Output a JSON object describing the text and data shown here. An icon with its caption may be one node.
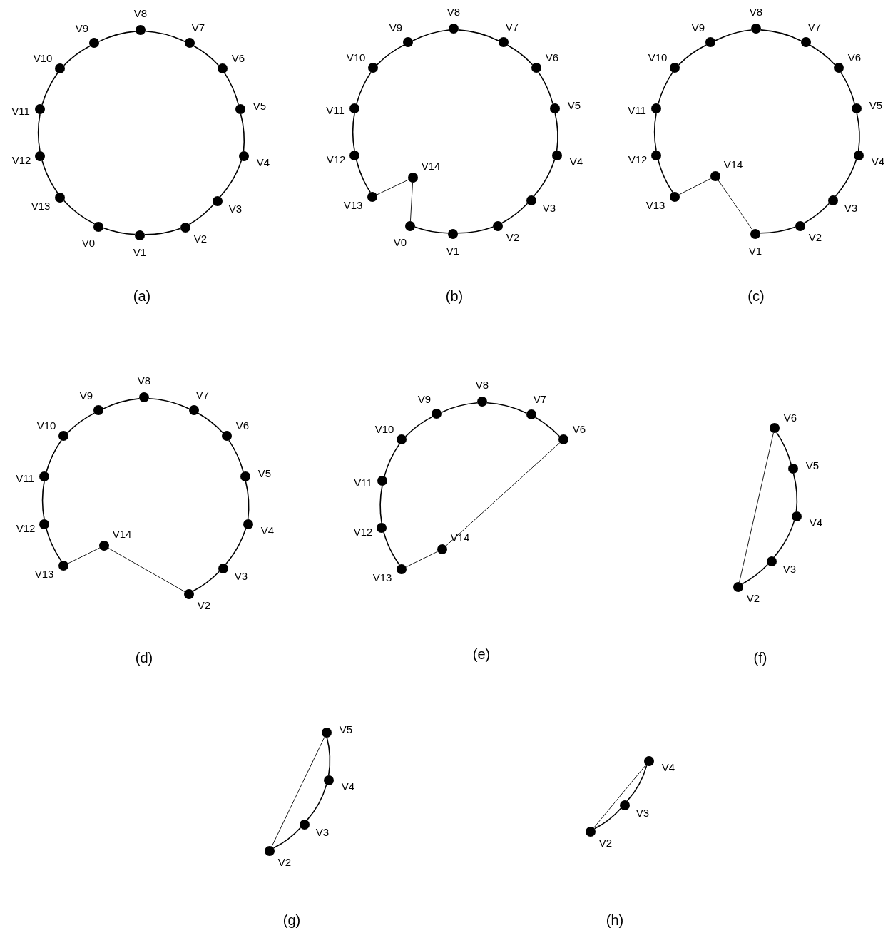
{
  "diagram": {
    "nodes": [
      {
        "text": [],
        "shape": "circle",
        "beside": [
          "V0"
        ]
      },
      {
        "text": [],
        "shape": "circle",
        "beside": [
          "V1"
        ]
      },
      {
        "text": [],
        "shape": "circle",
        "beside": [
          "V2"
        ]
      },
      {
        "text": [],
        "shape": "circle",
        "beside": [
          "V3"
        ]
      },
      {
        "text": [],
        "shape": "circle",
        "beside": [
          "V4"
        ]
      },
      {
        "text": [],
        "shape": "circle",
        "beside": [
          "V5"
        ]
      },
      {
        "text": [],
        "shape": "circle",
        "beside": [
          "V6"
        ]
      },
      {
        "text": [],
        "shape": "circle",
        "beside": [
          "V7"
        ]
      },
      {
        "text": [],
        "shape": "circle",
        "beside": [
          "V8"
        ]
      },
      {
        "text": [],
        "shape": "circle",
        "beside": [
          "V9"
        ]
      },
      {
        "text": [],
        "shape": "circle",
        "beside": [
          "V10"
        ]
      },
      {
        "text": [],
        "shape": "circle",
        "beside": [
          "V11"
        ]
      },
      {
        "text": [],
        "shape": "circle",
        "beside": [
          "V12"
        ]
      },
      {
        "text": [],
        "shape": "circle",
        "beside": [
          "V13"
        ]
      },
      {
        "text": [],
        "shape": "circle",
        "beside": [
          "V0"
        ]
      },
      {
        "text": [],
        "shape": "circle",
        "beside": [
          "V1"
        ]
      },
      {
        "text": [],
        "shape": "circle",
        "beside": [
          "V2"
        ]
      },
      {
        "text": [],
        "shape": "circle",
        "beside": [
          "V3"
        ]
      },
      {
        "text": [],
        "shape": "circle",
        "beside": [
          "V4"
        ]
      },
      {
        "text": [],
        "shape": "circle",
        "beside": [
          "V5"
        ]
      },
      {
        "text": [],
        "shape": "circle",
        "beside": [
          "V6"
        ]
      },
      {
        "text": [],
        "shape": "circle",
        "beside": [
          "V7"
        ]
      },
      {
        "text": [],
        "shape": "circle",
        "beside": [
          "V8"
        ]
      },
      {
        "text": [],
        "shape": "circle",
        "beside": [
          "V9"
        ]
      },
      {
        "text": [],
        "shape": "circle",
        "beside": [
          "V10"
        ]
      },
      {
        "text": [],
        "shape": "circle",
        "beside": [
          "V11"
        ]
      },
      {
        "text": [],
        "shape": "circle",
        "beside": [
          "V12"
        ]
      },
      {
        "text": [],
        "shape": "circle",
        "beside": [
          "V13"
        ]
      },
      {
        "text": [],
        "shape": "circle",
        "beside": [
          "V14"
        ]
      },
      {
        "text": [],
        "shape": "circle",
        "beside": [
          "V1"
        ]
      },
      {
        "text": [],
        "shape": "circle",
        "beside": [
          "V2"
        ]
      },
      {
        "text": [],
        "shape": "circle",
        "beside": [
          "V3"
        ]
      },
      {
        "text": [],
        "shape": "circle",
        "beside": [
          "V4"
        ]
      },
      {
        "text": [],
        "shape": "circle",
        "beside": [
          "V5"
        ]
      },
      {
        "text": [],
        "shape": "circle",
        "beside": [
          "V6"
        ]
      },
      {
        "text": [],
        "shape": "circle",
        "beside": [
          "V7"
        ]
      },
      {
        "text": [],
        "shape": "circle",
        "beside": [
          "V8"
        ]
      },
      {
        "text": [],
        "shape": "circle",
        "beside": [
          "V9"
        ]
      },
      {
        "text": [],
        "shape": "circle",
        "beside": [
          "V10"
        ]
      },
      {
        "text": [],
        "shape": "circle",
        "beside": [
          "V11"
        ]
      },
      {
        "text": [],
        "shape": "circle",
        "beside": [
          "V12"
        ]
      },
      {
        "text": [],
        "shape": "circle",
        "beside": [
          "V13"
        ]
      },
      {
        "text": [],
        "shape": "circle",
        "beside": [
          "V14"
        ]
      },
      {
        "text": [],
        "shape": "circle",
        "beside": [
          "V2"
        ]
      },
      {
        "text": [],
        "shape": "circle",
        "beside": [
          "V3"
        ]
      },
      {
        "text": [],
        "shape": "circle",
        "beside": [
          "V4"
        ]
      },
      {
        "text": [],
        "shape": "circle",
        "beside": [
          "V5"
        ]
      },
      {
        "text": [],
        "shape": "circle",
        "beside": [
          "V6"
        ]
      },
      {
        "text": [],
        "shape": "circle",
        "beside": [
          "V7"
        ]
      },
      {
        "text": [],
        "shape": "circle",
        "beside": [
          "V8"
        ]
      },
      {
        "text": [],
        "shape": "circle",
        "beside": [
          "V9"
        ]
      },
      {
        "text": [],
        "shape": "circle",
        "beside": [
          "V10"
        ]
      },
      {
        "text": [],
        "shape": "circle",
        "beside": [
          "V11"
        ]
      },
      {
        "text": [],
        "shape": "circle",
        "beside": [
          "V12"
        ]
      },
      {
        "text": [],
        "shape": "circle",
        "beside": [
          "V13"
        ]
      },
      {
        "text": [],
        "shape": "circle",
        "beside": [
          "V14"
        ]
      },
      {
        "text": [],
        "shape": "circle",
        "beside": [
          "V6"
        ]
      },
      {
        "text": [],
        "shape": "circle",
        "beside": [
          "V7"
        ]
      },
      {
        "text": [],
        "shape": "circle",
        "beside": [
          "V8"
        ]
      },
      {
        "text": [],
        "shape": "circle",
        "beside": [
          "V9"
        ]
      },
      {
        "text": [],
        "shape": "circle",
        "beside": [
          "V10"
        ]
      },
      {
        "text": [],
        "shape": "circle",
        "beside": [
          "V11"
        ]
      },
      {
        "text": [],
        "shape": "circle",
        "beside": [
          "V12"
        ]
      },
      {
        "text": [],
        "shape": "circle",
        "beside": [
          "V13"
        ]
      },
      {
        "text": [],
        "shape": "circle",
        "beside": [
          "V14"
        ]
      },
      {
        "text": [],
        "shape": "circle",
        "beside": [
          "V2"
        ]
      },
      {
        "text": [],
        "shape": "circle",
        "beside": [
          "V3"
        ]
      },
      {
        "text": [],
        "shape": "circle",
        "beside": [
          "V4"
        ]
      },
      {
        "text": [],
        "shape": "circle",
        "beside": [
          "V5"
        ]
      },
      {
        "text": [],
        "shape": "circle",
        "beside": [
          "V6"
        ]
      },
      {
        "text": [],
        "shape": "circle",
        "beside": [
          "V2"
        ]
      },
      {
        "text": [],
        "shape": "circle",
        "beside": [
          "V3"
        ]
      },
      {
        "text": [],
        "shape": "circle",
        "beside": [
          "V4"
        ]
      },
      {
        "text": [],
        "shape": "circle",
        "beside": [
          "V5"
        ]
      },
      {
        "text": [],
        "shape": "circle",
        "beside": [
          "V2"
        ]
      },
      {
        "text": [],
        "shape": "circle",
        "beside": [
          "V3"
        ]
      },
      {
        "text": [],
        "shape": "circle",
        "beside": [
          "V4"
        ]
      }
    ],
    "edges": [
      {
        "from": 0,
        "to": 1,
        "arrow": "none"
      },
      {
        "from": 1,
        "to": 2,
        "arrow": "none"
      },
      {
        "from": 2,
        "to": 3,
        "arrow": "none"
      },
      {
        "from": 3,
        "to": 4,
        "arrow": "none"
      },
      {
        "from": 4,
        "to": 5,
        "arrow": "none"
      },
      {
        "from": 5,
        "to": 6,
        "arrow": "none"
      },
      {
        "from": 6,
        "to": 7,
        "arrow": "none"
      },
      {
        "from": 7,
        "to": 8,
        "arrow": "none"
      },
      {
        "from": 8,
        "to": 9,
        "arrow": "none"
      },
      {
        "from": 9,
        "to": 10,
        "arrow": "none"
      },
      {
        "from": 10,
        "to": 11,
        "arrow": "none"
      },
      {
        "from": 11,
        "to": 12,
        "arrow": "none"
      },
      {
        "from": 12,
        "to": 13,
        "arrow": "none"
      },
      {
        "from": 13,
        "to": 0,
        "arrow": "none"
      },
      {
        "from": 14,
        "to": 15,
        "arrow": "none"
      },
      {
        "from": 15,
        "to": 16,
        "arrow": "none"
      },
      {
        "from": 16,
        "to": 17,
        "arrow": "none"
      },
      {
        "from": 17,
        "to": 18,
        "arrow": "none"
      },
      {
        "from": 18,
        "to": 19,
        "arrow": "none"
      },
      {
        "from": 19,
        "to": 20,
        "arrow": "none"
      },
      {
        "from": 20,
        "to": 21,
        "arrow": "none"
      },
      {
        "from": 21,
        "to": 22,
        "arrow": "none"
      },
      {
        "from": 22,
        "to": 23,
        "arrow": "none"
      },
      {
        "from": 23,
        "to": 24,
        "arrow": "none"
      },
      {
        "from": 24,
        "to": 25,
        "arrow": "none"
      },
      {
        "from": 25,
        "to": 26,
        "arrow": "none"
      },
      {
        "from": 26,
        "to": 27,
        "arrow": "none"
      },
      {
        "from": 27,
        "to": 28,
        "arrow": "none"
      },
      {
        "from": 28,
        "to": 14,
        "arrow": "none"
      },
      {
        "from": 29,
        "to": 30,
        "arrow": "none"
      },
      {
        "from": 30,
        "to": 31,
        "arrow": "none"
      },
      {
        "from": 31,
        "to": 32,
        "arrow": "none"
      },
      {
        "from": 32,
        "to": 33,
        "arrow": "none"
      },
      {
        "from": 33,
        "to": 34,
        "arrow": "none"
      },
      {
        "from": 34,
        "to": 35,
        "arrow": "none"
      },
      {
        "from": 35,
        "to": 36,
        "arrow": "none"
      },
      {
        "from": 36,
        "to": 37,
        "arrow": "none"
      },
      {
        "from": 37,
        "to": 38,
        "arrow": "none"
      },
      {
        "from": 38,
        "to": 39,
        "arrow": "none"
      },
      {
        "from": 39,
        "to": 40,
        "arrow": "none"
      },
      {
        "from": 40,
        "to": 41,
        "arrow": "none"
      },
      {
        "from": 41,
        "to": 42,
        "arrow": "none"
      },
      {
        "from": 42,
        "to": 29,
        "arrow": "none"
      },
      {
        "from": 43,
        "to": 44,
        "arrow": "none"
      },
      {
        "from": 44,
        "to": 45,
        "arrow": "none"
      },
      {
        "from": 45,
        "to": 46,
        "arrow": "none"
      },
      {
        "from": 46,
        "to": 47,
        "arrow": "none"
      },
      {
        "from": 47,
        "to": 48,
        "arrow": "none"
      },
      {
        "from": 48,
        "to": 49,
        "arrow": "none"
      },
      {
        "from": 49,
        "to": 50,
        "arrow": "none"
      },
      {
        "from": 50,
        "to": 51,
        "arrow": "none"
      },
      {
        "from": 51,
        "to": 52,
        "arrow": "none"
      },
      {
        "from": 52,
        "to": 53,
        "arrow": "none"
      },
      {
        "from": 53,
        "to": 54,
        "arrow": "none"
      },
      {
        "from": 54,
        "to": 55,
        "arrow": "none"
      },
      {
        "from": 55,
        "to": 43,
        "arrow": "none"
      },
      {
        "from": 56,
        "to": 57,
        "arrow": "none"
      },
      {
        "from": 57,
        "to": 58,
        "arrow": "none"
      },
      {
        "from": 58,
        "to": 59,
        "arrow": "none"
      },
      {
        "from": 59,
        "to": 60,
        "arrow": "none"
      },
      {
        "from": 60,
        "to": 61,
        "arrow": "none"
      },
      {
        "from": 61,
        "to": 62,
        "arrow": "none"
      },
      {
        "from": 62,
        "to": 63,
        "arrow": "none"
      },
      {
        "from": 63,
        "to": 64,
        "arrow": "none"
      },
      {
        "from": 64,
        "to": 56,
        "arrow": "none"
      },
      {
        "from": 65,
        "to": 66,
        "arrow": "none"
      },
      {
        "from": 66,
        "to": 67,
        "arrow": "none"
      },
      {
        "from": 67,
        "to": 68,
        "arrow": "none"
      },
      {
        "from": 68,
        "to": 69,
        "arrow": "none"
      },
      {
        "from": 65,
        "to": 69,
        "arrow": "none"
      },
      {
        "from": 70,
        "to": 71,
        "arrow": "none"
      },
      {
        "from": 71,
        "to": 72,
        "arrow": "none"
      },
      {
        "from": 72,
        "to": 73,
        "arrow": "none"
      },
      {
        "from": 70,
        "to": 73,
        "arrow": "none"
      },
      {
        "from": 74,
        "to": 75,
        "arrow": "none"
      },
      {
        "from": 75,
        "to": 76,
        "arrow": "none"
      },
      {
        "from": 74,
        "to": 76,
        "arrow": "none"
      }
    ],
    "labels": [
      "(a)",
      "(b)",
      "(c)",
      "(d)",
      "(e)",
      "(f)",
      "(g)",
      "(h)"
    ]
  }
}
